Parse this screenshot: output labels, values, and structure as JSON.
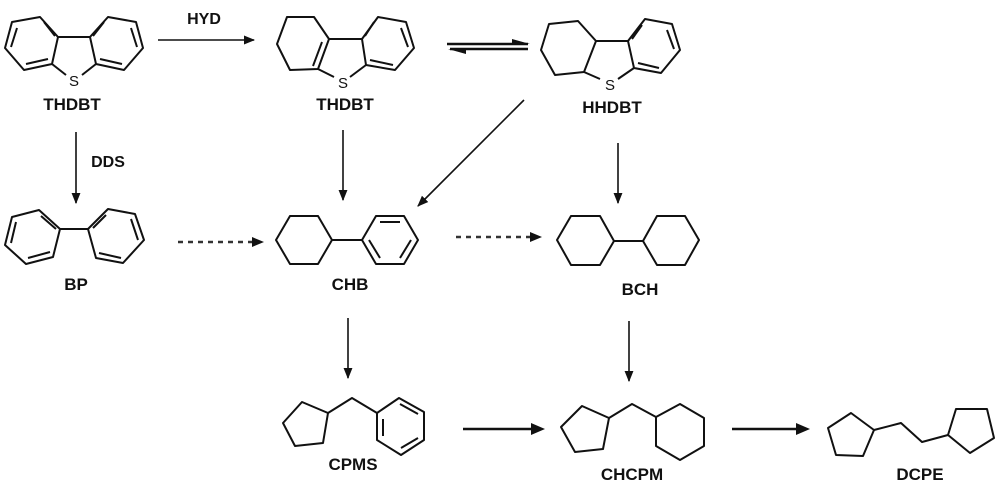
{
  "title": "Dibenzothiophene hydrodesulfurization reaction network",
  "compounds": {
    "dbt": {
      "label": "THDBT",
      "atom": "S"
    },
    "thdbt": {
      "label": "THDBT",
      "atom": "S"
    },
    "hhdbt": {
      "label": "HHDBT",
      "atom": "S"
    },
    "bp": {
      "label": "BP"
    },
    "chb": {
      "label": "CHB"
    },
    "bch": {
      "label": "BCH"
    },
    "cpms": {
      "label": "CPMS"
    },
    "chcpm": {
      "label": "CHCPM"
    },
    "dcpe": {
      "label": "DCPE"
    }
  },
  "pathways": {
    "hyd": "HYD",
    "dds": "DDS"
  },
  "colors": {
    "ink": "#111111",
    "background": "#ffffff"
  }
}
